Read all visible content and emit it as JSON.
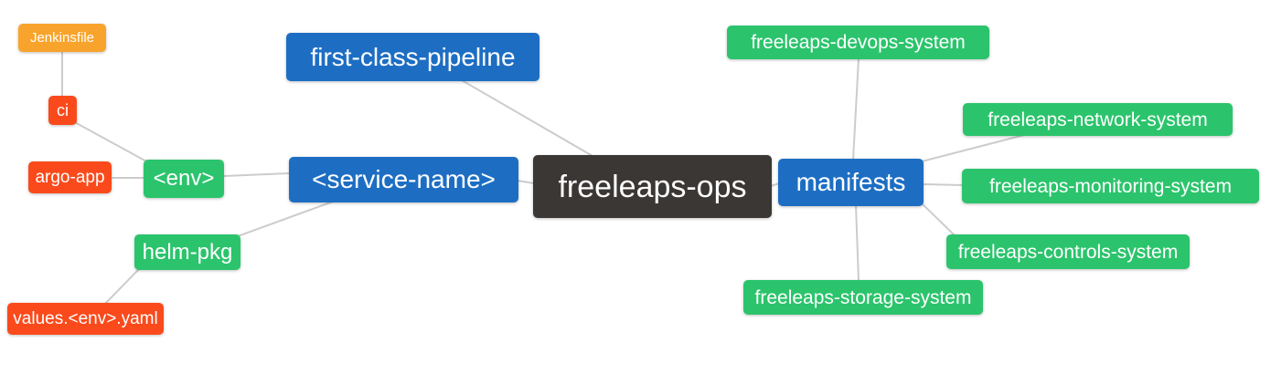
{
  "colors": {
    "blue": "#1d6ec3",
    "green": "#2bc46c",
    "red": "#fa4a1c",
    "orange": "#f8a42c",
    "dark": "#3b3735",
    "edge_line": "#cccccc",
    "node_text": "#ffffff",
    "background": "#ffffff"
  },
  "mindmap": {
    "root_label": "freeleaps-ops",
    "nodes": [
      {
        "id": "jenkinsfile",
        "label": "Jenkinsfile",
        "color": "orange"
      },
      {
        "id": "ci",
        "label": "ci",
        "color": "red"
      },
      {
        "id": "argo-app",
        "label": "argo-app",
        "color": "red"
      },
      {
        "id": "env",
        "label": "<env>",
        "color": "green"
      },
      {
        "id": "helm-pkg",
        "label": "helm-pkg",
        "color": "green"
      },
      {
        "id": "values-env-yaml",
        "label": "values.<env>.yaml",
        "color": "red"
      },
      {
        "id": "first-class-pipeline",
        "label": "first-class-pipeline",
        "color": "blue"
      },
      {
        "id": "service-name",
        "label": "<service-name>",
        "color": "blue"
      },
      {
        "id": "freeleaps-ops",
        "label": "freeleaps-ops",
        "color": "dark"
      },
      {
        "id": "manifests",
        "label": "manifests",
        "color": "blue"
      },
      {
        "id": "freeleaps-devops-system",
        "label": "freeleaps-devops-system",
        "color": "green"
      },
      {
        "id": "freeleaps-network-system",
        "label": "freeleaps-network-system",
        "color": "green"
      },
      {
        "id": "freeleaps-monitoring-system",
        "label": "freeleaps-monitoring-system",
        "color": "green"
      },
      {
        "id": "freeleaps-controls-system",
        "label": "freeleaps-controls-system",
        "color": "green"
      },
      {
        "id": "freeleaps-storage-system",
        "label": "freeleaps-storage-system",
        "color": "green"
      }
    ],
    "edges": [
      {
        "from": "jenkinsfile",
        "to": "ci"
      },
      {
        "from": "ci",
        "to": "env"
      },
      {
        "from": "argo-app",
        "to": "env"
      },
      {
        "from": "env",
        "to": "service-name"
      },
      {
        "from": "helm-pkg",
        "to": "service-name"
      },
      {
        "from": "values-env-yaml",
        "to": "helm-pkg"
      },
      {
        "from": "first-class-pipeline",
        "to": "freeleaps-ops"
      },
      {
        "from": "service-name",
        "to": "freeleaps-ops"
      },
      {
        "from": "freeleaps-ops",
        "to": "manifests"
      },
      {
        "from": "manifests",
        "to": "freeleaps-devops-system"
      },
      {
        "from": "manifests",
        "to": "freeleaps-network-system"
      },
      {
        "from": "manifests",
        "to": "freeleaps-monitoring-system"
      },
      {
        "from": "manifests",
        "to": "freeleaps-controls-system"
      },
      {
        "from": "manifests",
        "to": "freeleaps-storage-system"
      }
    ]
  }
}
